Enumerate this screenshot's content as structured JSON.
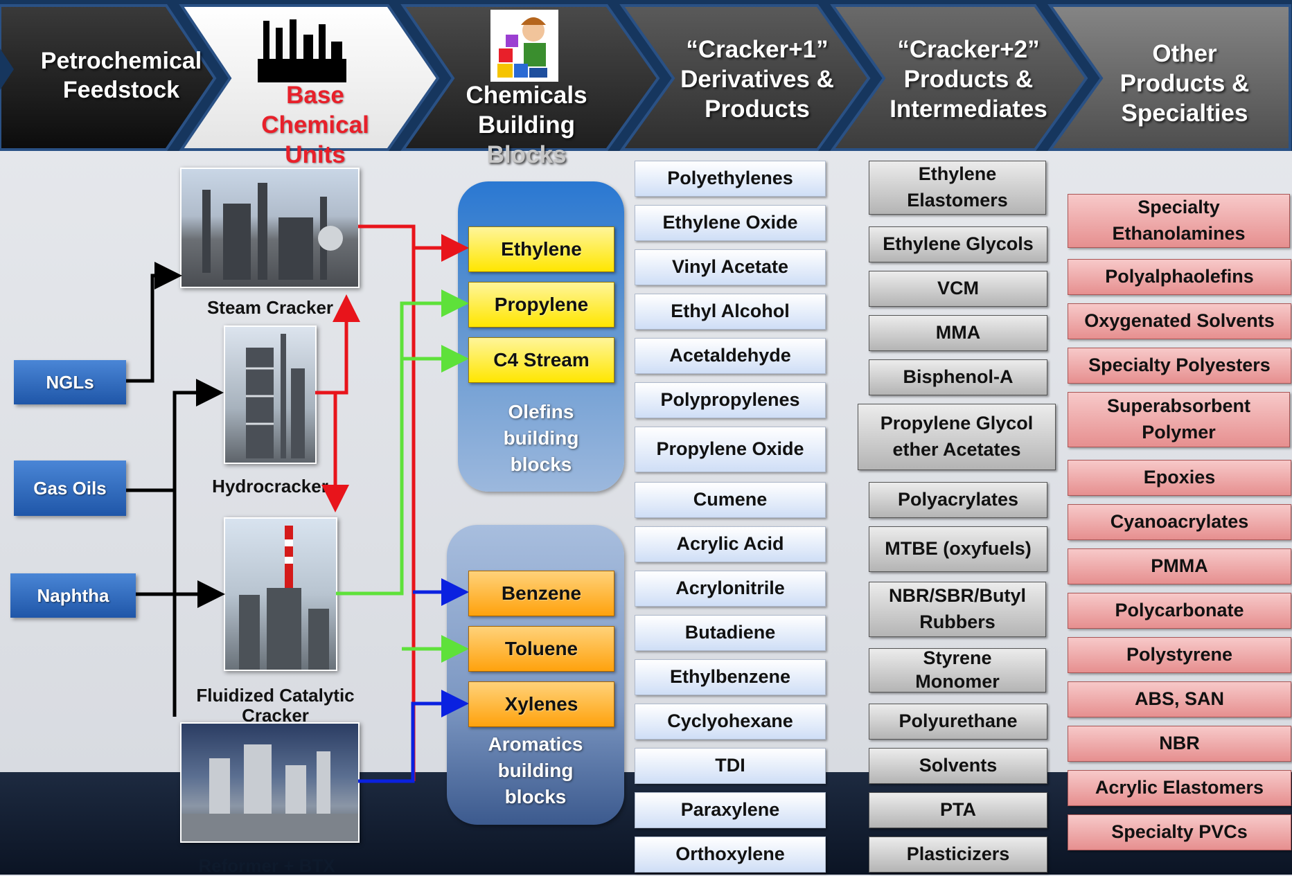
{
  "header": {
    "stages": [
      {
        "lines": [
          "Petrochemical",
          "Feedstock"
        ]
      },
      {
        "lines": [
          "Base",
          "Chemical",
          "Units"
        ],
        "color": "#e8202a"
      },
      {
        "lines": [
          "Chemicals",
          "Building",
          "Blocks"
        ]
      },
      {
        "lines": [
          "“Cracker+1”",
          "Derivatives &",
          "Products"
        ]
      },
      {
        "lines": [
          "“Cracker+2”",
          "Products &",
          "Intermediates"
        ]
      },
      {
        "lines": [
          "Other",
          "Products &",
          "Specialties"
        ]
      }
    ]
  },
  "feedstocks": [
    "NGLs",
    "Gas Oils",
    "Naphtha"
  ],
  "units": [
    {
      "label": "Steam Cracker"
    },
    {
      "label": "Hydrocracker"
    },
    {
      "label": "Fluidized Catalytic Cracker"
    },
    {
      "label": "Reformer + BTX"
    }
  ],
  "building_blocks": {
    "olefins": {
      "items": [
        "Ethylene",
        "Propylene",
        "C4 Stream"
      ],
      "label": [
        "Olefins",
        "building",
        "blocks"
      ]
    },
    "aromatics": {
      "items": [
        "Benzene",
        "Toluene",
        "Xylenes"
      ],
      "label": [
        "Aromatics",
        "building",
        "blocks"
      ]
    }
  },
  "cracker1": [
    "Polyethylenes",
    "Ethylene Oxide",
    "Vinyl Acetate",
    "Ethyl Alcohol",
    "Acetaldehyde",
    "Polypropylenes",
    "Propylene Oxide",
    "Cumene",
    "Acrylic Acid",
    "Acrylonitrile",
    "Butadiene",
    "Ethylbenzene",
    "Cyclyohexane",
    "TDI",
    "Paraxylene",
    "Orthoxylene"
  ],
  "cracker2": [
    "Ethylene Elastomers",
    "Ethylene Glycols",
    "VCM",
    "MMA",
    "Bisphenol-A",
    "Propylene Glycol ether Acetates",
    "Polyacrylates",
    "MTBE (oxyfuels)",
    "NBR/SBR/Butyl Rubbers",
    "Styrene Monomer",
    "Polyurethane",
    "Solvents",
    "PTA",
    "Plasticizers"
  ],
  "specialties": [
    "Specialty Ethanolamines",
    "Polyalphaolefins",
    "Oxygenated Solvents",
    "Specialty Polyesters",
    "Superabsorbent Polymer",
    "Epoxies",
    "Cyanoacrylates",
    "PMMA",
    "Polycarbonate",
    "Polystyrene",
    "ABS, SAN",
    "NBR",
    "Acrylic Elastomers",
    "Specialty PVCs"
  ],
  "colors": {
    "olefin_flow": "#e8141b",
    "green_flow": "#5ee13a",
    "aromatic_flow": "#0a21e0",
    "feed_flow": "#000000"
  },
  "icons": [
    "factory-silhouette-icon",
    "child-with-blocks-icon",
    "refinery-photo"
  ]
}
